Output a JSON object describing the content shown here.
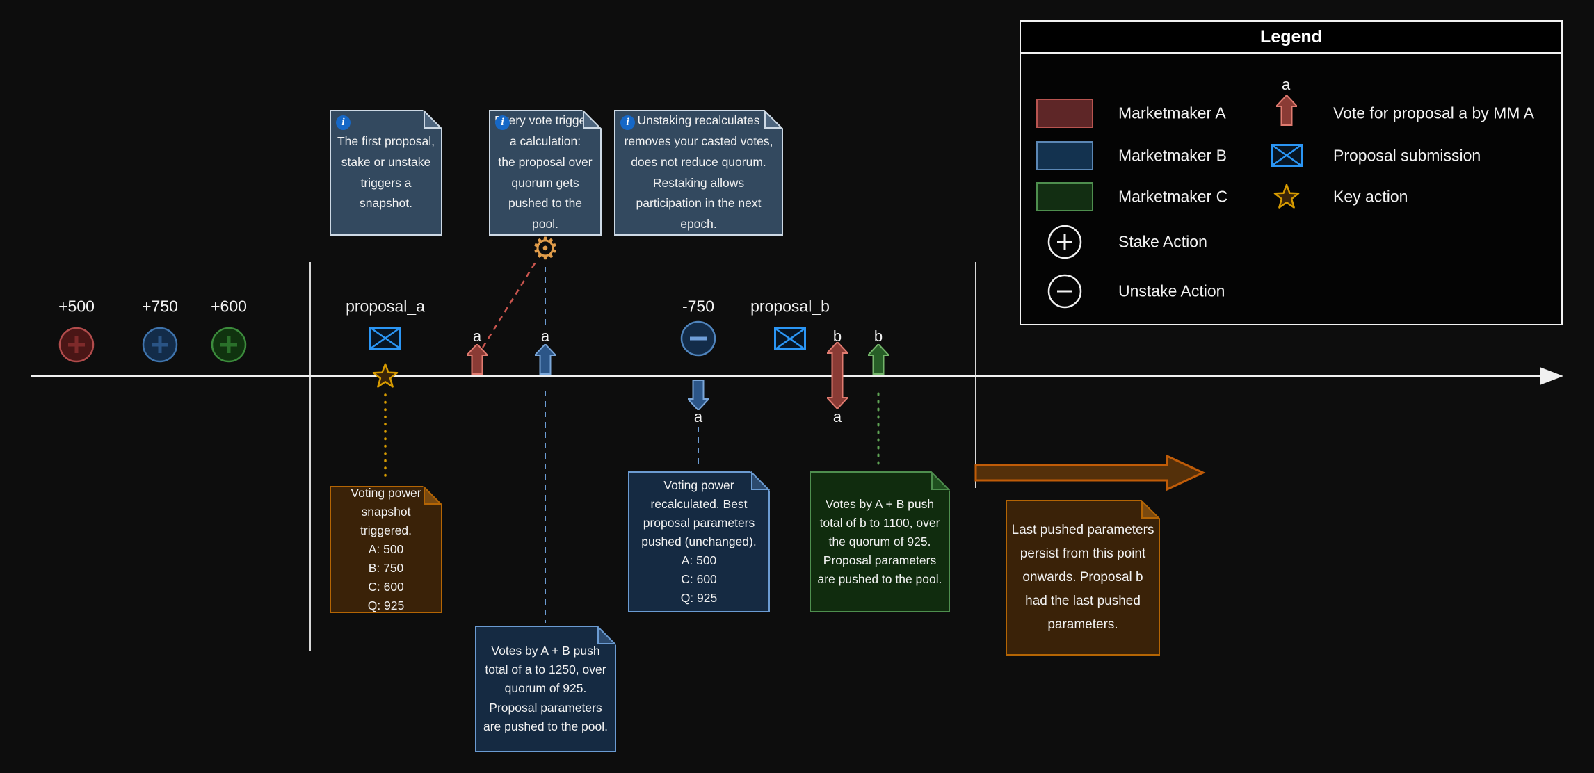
{
  "colors": {
    "background": "#0d0d0d",
    "marketmaker_a": "#b85450",
    "marketmaker_b": "#5b87b5",
    "marketmaker_c": "#4e8e4e",
    "accent_orange": "#d79b00",
    "proposal_blue": "#2b96f5"
  },
  "nodes": {
    "stake_a": "+500",
    "stake_b": "+750",
    "stake_c": "+600",
    "proposal_a": "proposal_a",
    "unstake_b": "-750",
    "proposal_b": "proposal_b"
  },
  "votes": {
    "a_by_a": "a",
    "a_by_b": "a",
    "a_removed": "a",
    "b_by_a": "b",
    "b_down_a": "a",
    "b_by_c": "b"
  },
  "info_notes": [
    {
      "text": "The first proposal,\nstake or unstake\ntriggers a\nsnapshot."
    },
    {
      "text": "Every vote triggers\na calculation:\nthe proposal over\nquorum gets\npushed to the pool."
    },
    {
      "text": "Unstaking recalculates\nremoves your casted votes,\ndoes not reduce quorum.\nRestaking allows\nparticipation in the next\nepoch."
    }
  ],
  "sticky_notes": {
    "snapshot": "Voting power\nsnapshot triggered.\nA: 500\nB: 750\nC: 600\nQ: 925",
    "push_a": "Votes by A + B push\ntotal of a to 1250, over\nquorum of 925.\nProposal parameters\nare pushed to the pool.",
    "recalc": "Voting power\nrecalculated. Best\nproposal parameters\npushed (unchanged).\nA: 500\nC: 600\nQ: 925",
    "push_b": "Votes by A + B push\ntotal of b to 1100, over\nthe quorum of 925.\nProposal parameters\nare pushed to the pool.",
    "persist": "Last pushed parameters\npersist from this point\nonwards. Proposal b\nhad the last pushed\nparameters."
  },
  "legend": {
    "title": "Legend",
    "marketmakers": [
      {
        "label": "Marketmaker A"
      },
      {
        "label": "Marketmaker B"
      },
      {
        "label": "Marketmaker C"
      }
    ],
    "stake_action": "Stake Action",
    "unstake_action": "Unstake Action",
    "vote_letter": "a",
    "vote_label": "Vote for proposal a by MM A",
    "proposal_label": "Proposal submission",
    "key_action_label": "Key action"
  }
}
